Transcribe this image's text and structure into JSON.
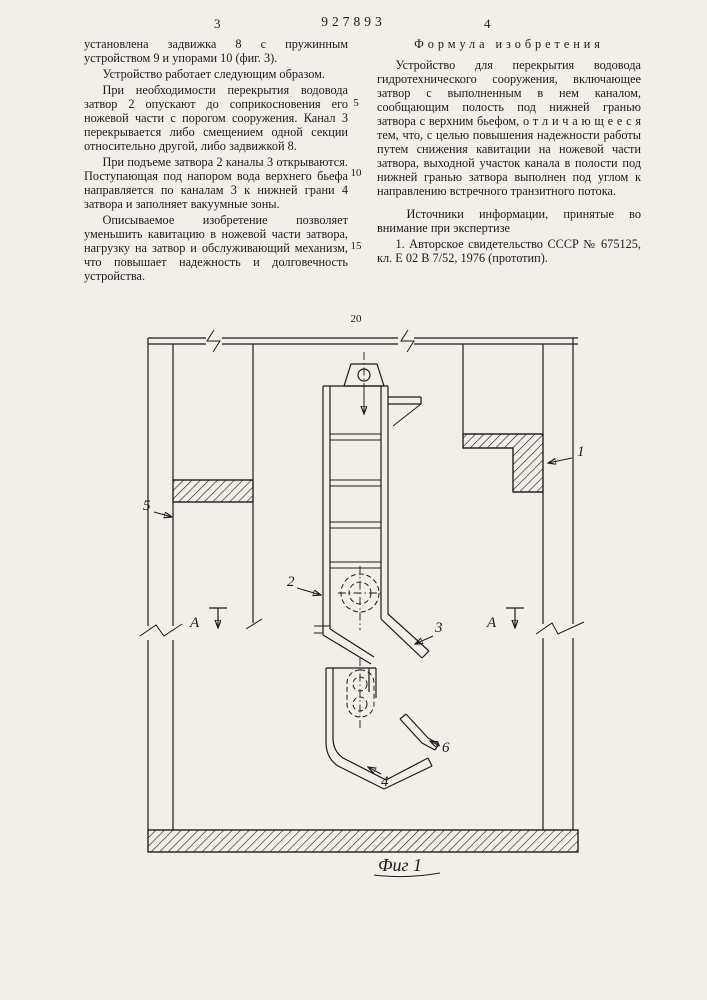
{
  "header": {
    "page_number_left": "3",
    "patent_number": "927893",
    "page_number_right": "4"
  },
  "line_numbers": [
    "5",
    "10",
    "15",
    "20"
  ],
  "left_column": {
    "paragraphs": [
      "установлена задвижка 8 с пружинным устройством 9 и упорами 10 (фиг. 3).",
      "Устройство работает следующим образом.",
      "При необходимости перекрытия водовода затвор 2 опускают до соприкосновения его ножевой части с порогом сооружения. Канал 3 перекрывается либо смещением одной секции относительно другой, либо задвижкой 8.",
      "При подъеме затвора 2 каналы 3 открываются. Поступающая под напором вода верхнего бьефа направляется по каналам 3 к нижней грани 4 затвора и заполняет вакуумные зоны.",
      "Описываемое изобретение позволяет уменьшить кавитацию в ножевой части затвора, нагрузку на затвор и обслуживающий механизм, что повышает надежность и долговечность устройства."
    ]
  },
  "right_column": {
    "heading": "Формула изобретения",
    "paragraphs": [
      "Устройство для перекрытия водовода гидротехнического сооружения, включающее затвор с выполненным в нем каналом, сообщающим полость под нижней гранью затвора с верхним бьефом, о т л и ч а ю щ е е с я тем, что, с целью повышения надежности работы путем снижения кавитации на ножевой части затвора, выходной участок канала в полости под нижней гранью затвора выполнен под углом к направлению встречного транзитного потока."
    ],
    "sources_heading": "Источники информации, принятые во внимание при экспертизе",
    "source_entry": "1. Авторское свидетельство СССР № 675125, кл. Е 02 В 7/52, 1976 (прототип)."
  },
  "figure": {
    "caption": "Фиг 1",
    "section_label": "А",
    "labels": {
      "n1": "1",
      "n2": "2",
      "n3": "3",
      "n4": "4",
      "n5": "5",
      "n6": "6"
    }
  },
  "colors": {
    "paper": "#f2efe9",
    "ink": "#1b1b1b"
  }
}
